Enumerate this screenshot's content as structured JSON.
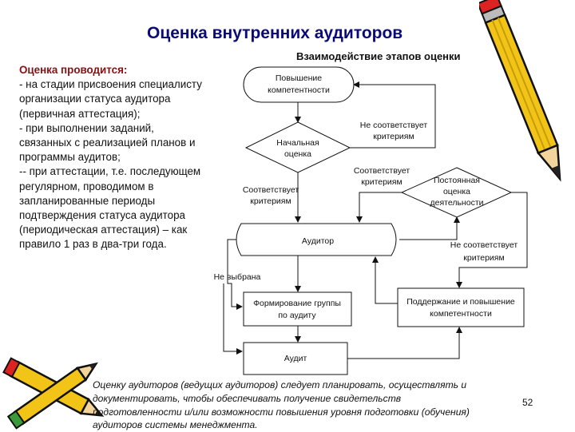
{
  "title": "Оценка внутренних аудиторов",
  "subtitle": "Взаимодействие этапов оценки",
  "left_text": {
    "heading": "Оценка проводится:",
    "lines": [
      "- на стадии присвоения специалисту",
      "организации статуса аудитора",
      "(первичная аттестация);",
      "- при выполнении заданий,",
      "связанных с реализацией планов и",
      "программы аудитов;",
      "-- при аттестации, т.е. последующем",
      "регулярном, проводимом в",
      "запланированные периоды",
      "подтверждения статуса аудитора",
      "(периодическая аттестация) – как",
      "правило 1 раз в два-три года."
    ]
  },
  "flowchart": {
    "improve_competence": [
      "Повышение",
      "компетентности"
    ],
    "initial_assessment": [
      "Начальная",
      "оценка"
    ],
    "continuous_assessment": [
      "Постоянная",
      "оценка",
      "деятельности"
    ],
    "auditor": "Аудитор",
    "form_group": [
      "Формирование группы",
      "по аудиту"
    ],
    "maintain_improve": [
      "Поддержание и повышение",
      "компетентности"
    ],
    "audit": "Аудит",
    "not_meets_top": [
      "Не соответствует",
      "критериям"
    ],
    "meets_center": [
      "Соответствует",
      "критериям"
    ],
    "meets_left": [
      "Соответствует",
      "критериям"
    ],
    "not_meets_right": [
      "Не соответствует",
      "критериям"
    ],
    "not_chosen": "Не выбрана"
  },
  "footnote": {
    "lines": [
      "Оценку аудиторов (ведущих аудиторов) следует планировать, осуществлять и",
      "документировать, чтобы обеспечивать получение свидетельств",
      "подготовленности и/или возможности повышения уровня подготовки (обучения)",
      "аудиторов системы менеджмента."
    ]
  },
  "page_number": "52",
  "colors": {
    "title": "#0a0a78",
    "heading": "#8b0f12",
    "pencil_body": "#f2c418",
    "pencil_outline": "#111111"
  }
}
